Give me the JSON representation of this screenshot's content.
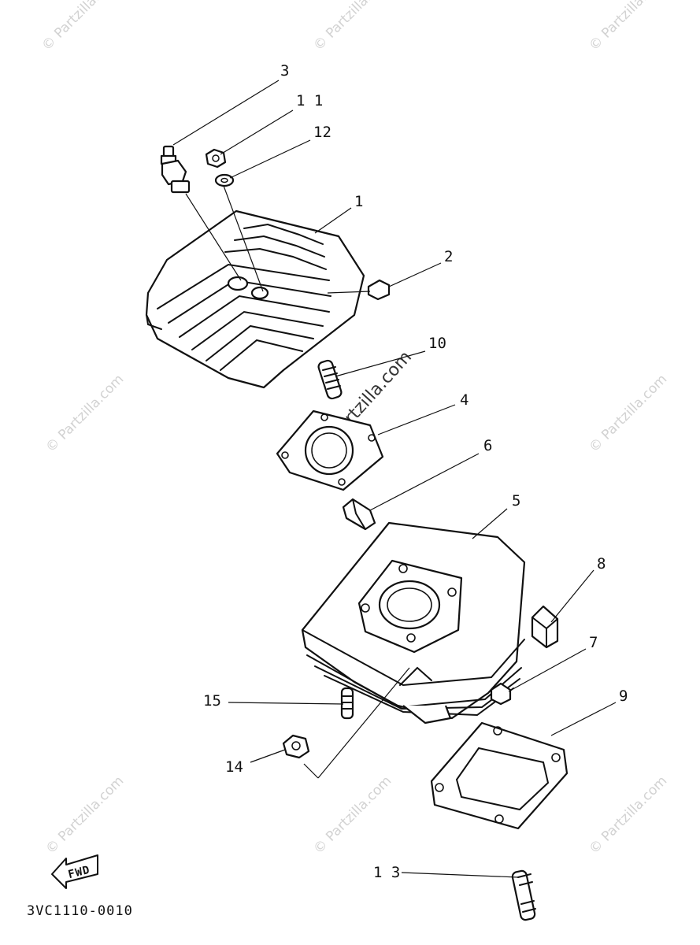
{
  "callouts": {
    "c1": "1",
    "c2": "2",
    "c3": "3",
    "c4": "4",
    "c5": "5",
    "c6": "6",
    "c7": "7",
    "c8": "8",
    "c9": "9",
    "c10": "10",
    "c11": "1 1",
    "c12": "12",
    "c13": "1 3",
    "c14": "14",
    "c15": "15"
  },
  "fwd_label": "FWD",
  "diagram_code": "3VC1110-0010",
  "watermark": "© Partzilla.com",
  "colors": {
    "line": "#111111",
    "watermark": "#d2d2d2",
    "background": "#ffffff"
  }
}
